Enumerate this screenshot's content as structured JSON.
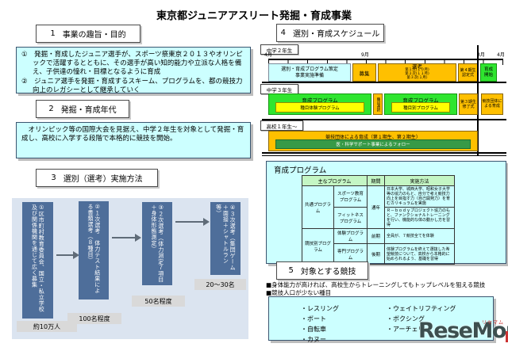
{
  "title": "東京都ジュニアアスリート発掘・育成事業",
  "sections": {
    "s1": {
      "no": "1",
      "heading": "事業の趣旨・目的",
      "items": [
        "①　発掘・育成したジュニア選手が、スポーツ祭東京２０１３やオリンピックで活躍するとともに、その選手が高い知的能力や立派な人格を備え、子供達の憧れ・目標となるように育成",
        "②　ジュニア選手を発掘・育成するスキーム、プログラムを、都の競技力向上のレガシーとして継承していく"
      ]
    },
    "s2": {
      "no": "2",
      "heading": "発掘・育成年代",
      "body": "　オリンピック等の国際大会を見据え、中学２年生を対象として発掘・育成し、高校に入学する段階で本格的に競技を開始。"
    },
    "s3": {
      "no": "3",
      "heading": "選別（選考）実施方法",
      "steps": [
        {
          "box": "①区市町村教育委員会、国立・私立学校及び関係機関を通じて広く募集",
          "label": "約10万人"
        },
        {
          "box": "②１次選考　体力テスト結果による書類選考（８種目）",
          "label": "100名程度"
        },
        {
          "box": "③２次選考（体力測定７項目＋身体形態測定）",
          "label": "50名程度"
        },
        {
          "box": "④３次選考（集団ゲーム＋面接＋シャトルラン等）",
          "label": "20～30名"
        }
      ]
    },
    "s4": {
      "no": "4",
      "heading": "選別・育成スケジュール",
      "months": [
        "4月",
        "9月",
        "3月",
        "4月"
      ],
      "rows": [
        {
          "label": "中学２年生",
          "bars": {
            "plan": "選別・育成プログラム策定\n事業実施準備",
            "recruit": "募集",
            "selection": "選考",
            "selection_sub": [
              "第１次(１０月)",
              "第２次(１１月)",
              "第３次(１月)"
            ],
            "cert": "第４期生\n認定式",
            "start": "育成\n開始"
          }
        },
        {
          "label": "中学３年生",
          "bars": {
            "prog1": "育成プログラム",
            "prog1_inner": "種目体験プログラム",
            "choice": "種目選択",
            "prog2": "育成プログラム",
            "prog2_inner": "種目別プログラム",
            "finish": "第３期生\n修了式",
            "after": "競技団体による育成"
          }
        },
        {
          "label": "高校１年生～",
          "bars": {
            "main": "競技団体による育成（第１期生、第２期生）",
            "inner": "医・科学サポート事業によるフォロー"
          }
        }
      ]
    },
    "program": {
      "title": "育成プログラム",
      "table": {
        "headers": [
          "主なプログラム",
          "期間",
          "実施方法"
        ],
        "groups": [
          {
            "name": "共通プログラム",
            "rows": [
              {
                "program": "スポーツ教育\nプログラム",
                "period": "通年",
                "method": "日本大学、城西大学、昭和女子大学等の協力のもと、自分で考え競技力向上を目指す力（自己開発力）を育むカリキュラムを実施"
              },
              {
                "program": "フィットネス\nプログラム",
                "period": "",
                "method": "Ｒ－ｂｏｄｙプロジェクト協力のもと、ファンクショナルトレーニングを行い、機能的な体の動かし方を習得"
              }
            ]
          },
          {
            "name": "競技別プログラム",
            "rows": [
              {
                "program": "体験プログラム",
                "period": "前期",
                "method": "全員が、７競技全てを体験"
              },
              {
                "program": "専門プログラム",
                "period": "後期",
                "method": "体験プログラムを終えて選抜した希望競技について、高校から本格的に始められるよう、基礎を習得"
              }
            ]
          }
        ]
      }
    },
    "s5": {
      "no": "5",
      "heading": "対象とする競技",
      "notes": [
        "■身体能力が高ければ、高校生からトレーニングしてもトップレベルを狙える競技",
        "■競技人口が少ない種目"
      ],
      "sports_col1": [
        "レスリング",
        "ボート",
        "自転車",
        "カヌー"
      ],
      "sports_col2": [
        "ウェイトリフティング",
        "ボクシング",
        "アーチェリー"
      ]
    }
  },
  "logo": {
    "text": "ReseMom",
    "ruby": "リセマム"
  },
  "colors": {
    "content_box": "#ccffff",
    "flow_panel": "#dbe4f0",
    "flow_box": "#4e6e9a",
    "count_label": "#d9d9d9",
    "bar_orange": "#ffc000",
    "bar_green": "#2fe52f",
    "bar_yellow": "#ffff00",
    "table_header": "#c4f6c4",
    "logo_gray": "#3d4f4f",
    "logo_red": "#cc3333"
  }
}
